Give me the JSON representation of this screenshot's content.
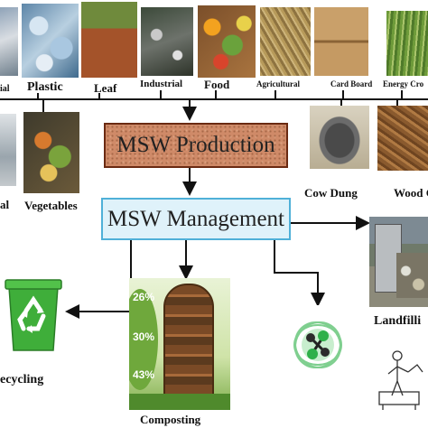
{
  "boxes": {
    "production": "MSW Production",
    "management": "MSW Management"
  },
  "top_sources": [
    "ial",
    "Plastic",
    "Leaf",
    "Industrial",
    "Food",
    "Agricultural",
    "Card Board",
    "Energy Cro"
  ],
  "side_sources": {
    "left_partial": "al",
    "vegetables": "Vegetables",
    "cow_dung": "Cow Dung",
    "wood": "Wood C"
  },
  "outcomes": {
    "recycling": "ecycling",
    "composting": "Composting",
    "landfilling": "Landfilli"
  },
  "composting_poster": [
    "26%",
    "30%",
    "43%"
  ],
  "colors": {
    "production_fill": "#cf8a68",
    "production_border": "#6a2a12",
    "management_fill": "#dff2fa",
    "management_border": "#4fb0d8",
    "recycle_bin": "#3fae3a"
  }
}
